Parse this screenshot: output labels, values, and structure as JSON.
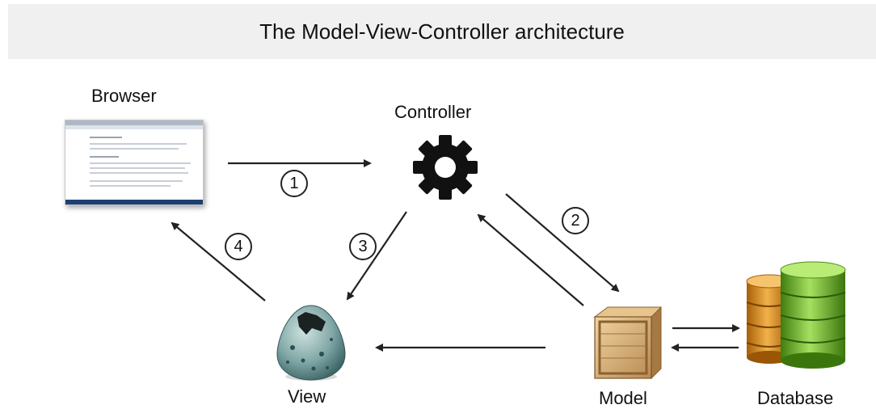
{
  "title": "The Model-View-Controller architecture",
  "nodes": {
    "browser": "Browser",
    "controller": "Controller",
    "view": "View",
    "model": "Model",
    "database": "Database"
  },
  "steps": [
    "1",
    "2",
    "3",
    "4"
  ],
  "colors": {
    "title_background": "#f0f0f0",
    "arrow": "#222222",
    "gear": "#111111",
    "egg": "#7fa6a6",
    "crate": "#c9a06a",
    "db_orange": "#d98a1c",
    "db_green": "#6fb52a"
  },
  "icons": {
    "browser": "browser-screenshot-icon",
    "controller": "gear-icon",
    "view": "egg-icon",
    "model": "crate-icon",
    "database": "database-cylinders-icon"
  }
}
